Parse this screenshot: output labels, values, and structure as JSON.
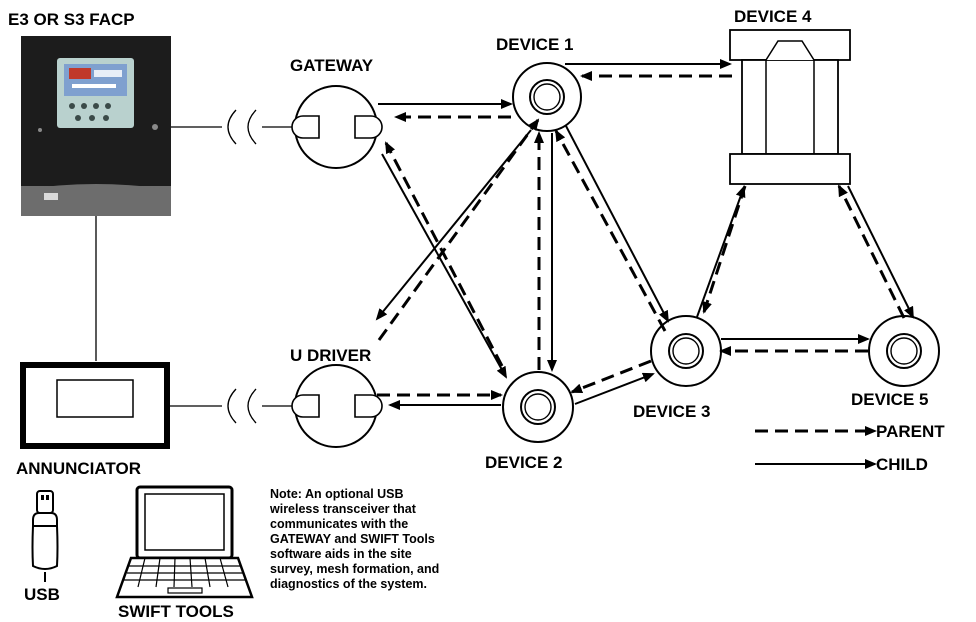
{
  "labels": {
    "facp": "E3 OR S3 FACP",
    "gateway": "GATEWAY",
    "device1": "DEVICE 1",
    "device2": "DEVICE 2",
    "device3": "DEVICE 3",
    "device4": "DEVICE 4",
    "device5": "DEVICE 5",
    "u_driver": "U DRIVER",
    "annunciator": "ANNUNCIATOR",
    "usb": "USB",
    "swift_tools": "SWIFT TOOLS"
  },
  "legend": {
    "parent": "PARENT",
    "child": "CHILD"
  },
  "note": [
    "Note: An optional USB",
    "wireless transceiver that",
    "communicates with the",
    "GATEWAY and SWIFT Tools",
    "software aids in the site",
    "survey, mesh formation, and",
    "diagnostics of the system."
  ],
  "colors": {
    "panel_body": "#1c1c1c",
    "panel_base": "#6d6d6d",
    "lcd_screen": "#7fa0cf",
    "keypad": "#b9d1ce"
  },
  "icons": {
    "facp": "fire-alarm-control-panel-icon",
    "annunciator": "annunciator-icon",
    "usb": "usb-transceiver-icon",
    "swift_tools": "laptop-icon",
    "device4": "ceiling-detector-icon"
  }
}
